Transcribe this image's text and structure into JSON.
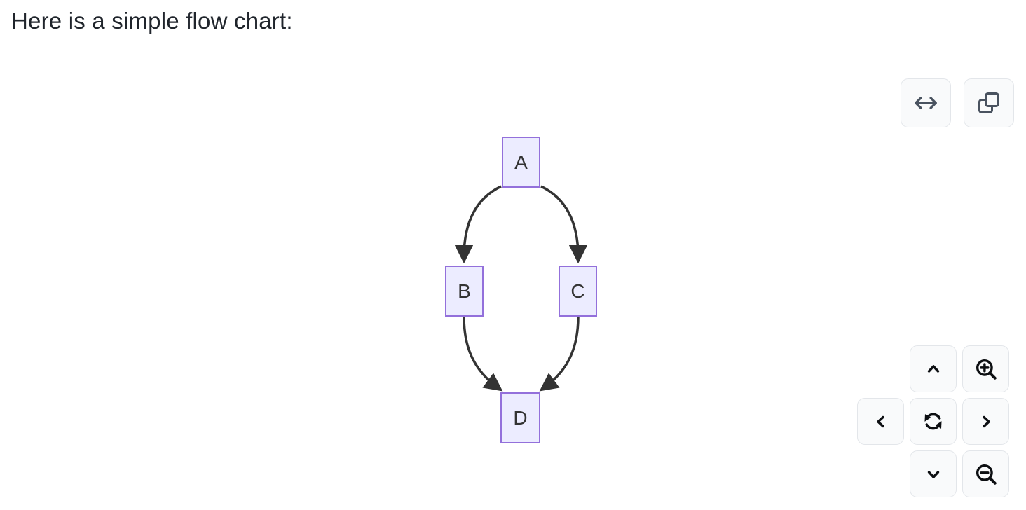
{
  "page": {
    "heading": "Here is a simple flow chart:"
  },
  "diagram": {
    "type": "flowchart",
    "direction": "top-down",
    "nodes": [
      {
        "id": "A",
        "label": "A"
      },
      {
        "id": "B",
        "label": "B"
      },
      {
        "id": "C",
        "label": "C"
      },
      {
        "id": "D",
        "label": "D"
      }
    ],
    "edges": [
      {
        "from": "A",
        "to": "B"
      },
      {
        "from": "A",
        "to": "C"
      },
      {
        "from": "B",
        "to": "D"
      },
      {
        "from": "C",
        "to": "D"
      }
    ],
    "colors": {
      "node_fill": "#ECECFF",
      "node_border": "#9370DB",
      "edge": "#333333",
      "label_text": "#333333"
    }
  },
  "toolbar": {
    "buttons": [
      {
        "name": "expand-horizontal",
        "icon": "expand-horizontal-icon"
      },
      {
        "name": "copy",
        "icon": "copy-icon"
      }
    ]
  },
  "pan_zoom": {
    "buttons": [
      {
        "name": "pan-up",
        "icon": "chevron-up-icon"
      },
      {
        "name": "zoom-in",
        "icon": "zoom-in-icon"
      },
      {
        "name": "pan-left",
        "icon": "chevron-left-icon"
      },
      {
        "name": "reset-view",
        "icon": "refresh-icon"
      },
      {
        "name": "pan-right",
        "icon": "chevron-right-icon"
      },
      {
        "name": "pan-down",
        "icon": "chevron-down-icon"
      },
      {
        "name": "zoom-out",
        "icon": "zoom-out-icon"
      }
    ]
  }
}
